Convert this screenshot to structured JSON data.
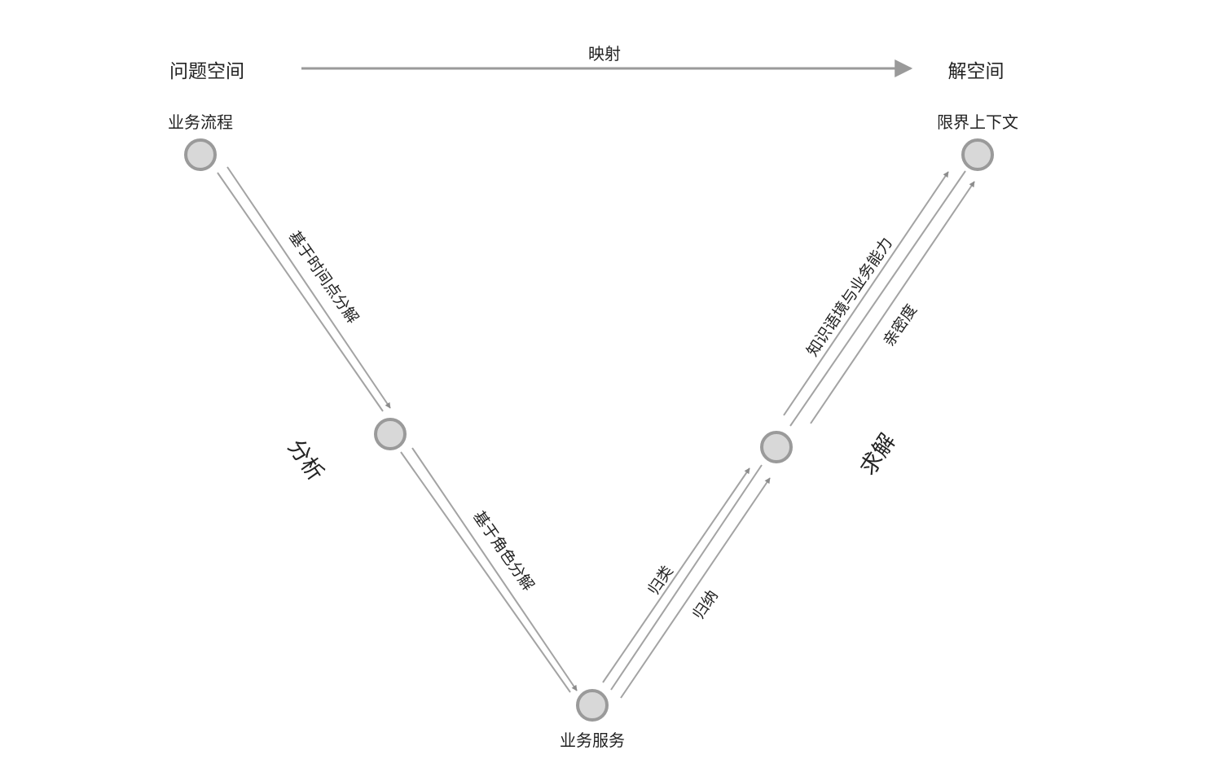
{
  "colors": {
    "node_fill": "#d8d8d8",
    "node_stroke": "#9a9a9a",
    "edge": "#a3a3a3",
    "arrow_head": "#8c8c8c",
    "text": "#222222"
  },
  "header": {
    "problem_space": "问题空间",
    "mapping": "映射",
    "solution_space": "解空间"
  },
  "nodes": {
    "business_process": "业务流程",
    "middle_left": "",
    "business_service": "业务服务",
    "middle_right": "",
    "bounded_context": "限界上下文"
  },
  "edges": {
    "time_decomposition": "基于时间点分解",
    "role_decomposition": "基于角色分解",
    "classify": "归类",
    "induce": "归纳",
    "knowledge_context": "知识语境与业务能力",
    "affinity": "亲密度"
  },
  "phases": {
    "analysis": "分析",
    "solve": "求解"
  }
}
